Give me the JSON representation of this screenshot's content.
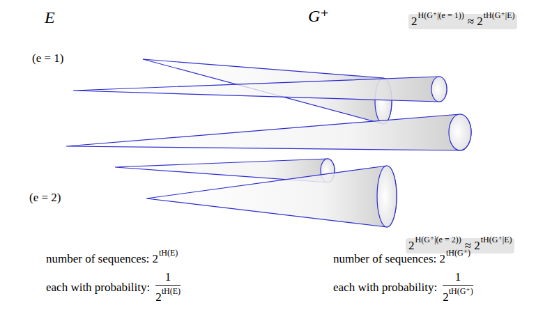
{
  "diagram": {
    "nodes": [
      {
        "text": [
          "E"
        ]
      },
      {
        "text": [
          "G⁺"
        ]
      }
    ],
    "labels": [
      "(e = 1)",
      "(e = 2)",
      "2",
      "H(G⁺|(e = 1))",
      "≈ 2",
      "tH(G⁺|E)",
      "2",
      "H(G⁺|(e = 2))",
      "≈ 2",
      "tH(G⁺|E)",
      "number of sequences: 2",
      "tH(E)",
      "each with probability:",
      "1",
      "2",
      "tH(E)",
      "number of sequences: 2",
      "tH(G⁺)",
      "each with probability:",
      "1",
      "2",
      "tH(G⁺)"
    ]
  }
}
